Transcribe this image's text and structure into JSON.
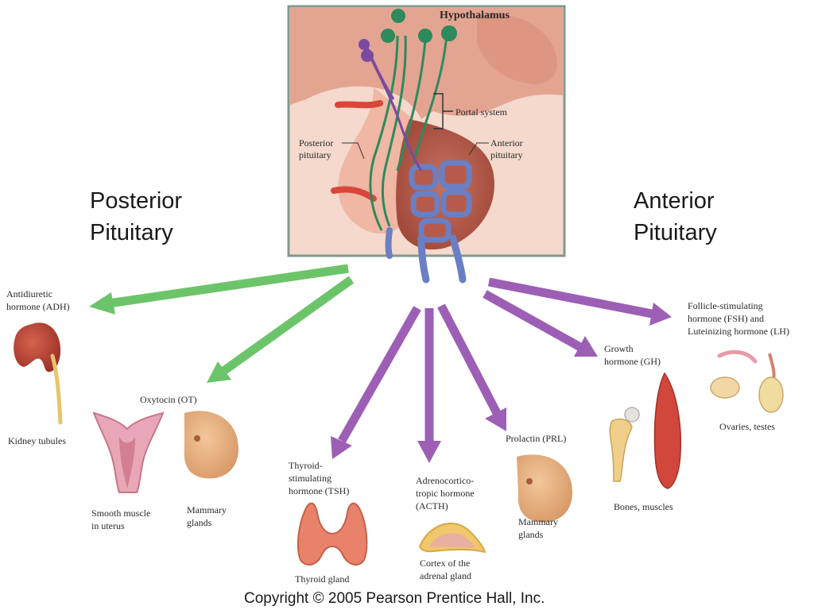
{
  "header": {
    "hypothalamus": "Hypothalamus",
    "portal_system": "Portal system",
    "posterior_pituitary_small": [
      "Posterior",
      "pituitary"
    ],
    "anterior_pituitary_small": [
      "Anterior",
      "pituitary"
    ]
  },
  "sections": {
    "posterior": [
      "Posterior",
      "Pituitary"
    ],
    "anterior": [
      "Anterior",
      "Pituitary"
    ]
  },
  "hormones": {
    "adh": [
      "Antidiuretic",
      "hormone (ADH)"
    ],
    "ot": [
      "Oxytocin (OT)"
    ],
    "tsh": [
      "Thyroid-",
      "stimulating",
      "hormone (TSH)"
    ],
    "acth": [
      "Adrenocortico-",
      "tropic hormone",
      "(ACTH)"
    ],
    "prl": [
      "Prolactin (PRL)"
    ],
    "gh": [
      "Growth",
      "hormone (GH)"
    ],
    "fsh_lh": [
      "Follicle-stimulating",
      "hormone (FSH) and",
      "Luteinizing hormone (LH)"
    ]
  },
  "targets": {
    "kidney": [
      "Kidney tubules"
    ],
    "uterus": [
      "Smooth muscle",
      "in uterus"
    ],
    "mammary_ot": [
      "Mammary",
      "glands"
    ],
    "thyroid": [
      "Thyroid gland"
    ],
    "adrenal": [
      "Cortex of the",
      "adrenal gland"
    ],
    "mammary_prl": [
      "Mammary",
      "glands"
    ],
    "bones": [
      "Bones, muscles"
    ],
    "ovaries": [
      "Ovaries, testes"
    ]
  },
  "footer": {
    "copyright": "Copyright © 2005 Pearson Prentice Hall, Inc."
  },
  "colors": {
    "posterior_arrow": "#6cc46a",
    "anterior_arrow": "#9c5fb5",
    "frame": "#7f9a8c",
    "tissue_pink": "#e9a48f",
    "vein_blue": "#6a7fc4",
    "artery_red": "#d8473a",
    "neuron_green": "#2e8a5d",
    "neuron_purple": "#7a4aa0"
  }
}
